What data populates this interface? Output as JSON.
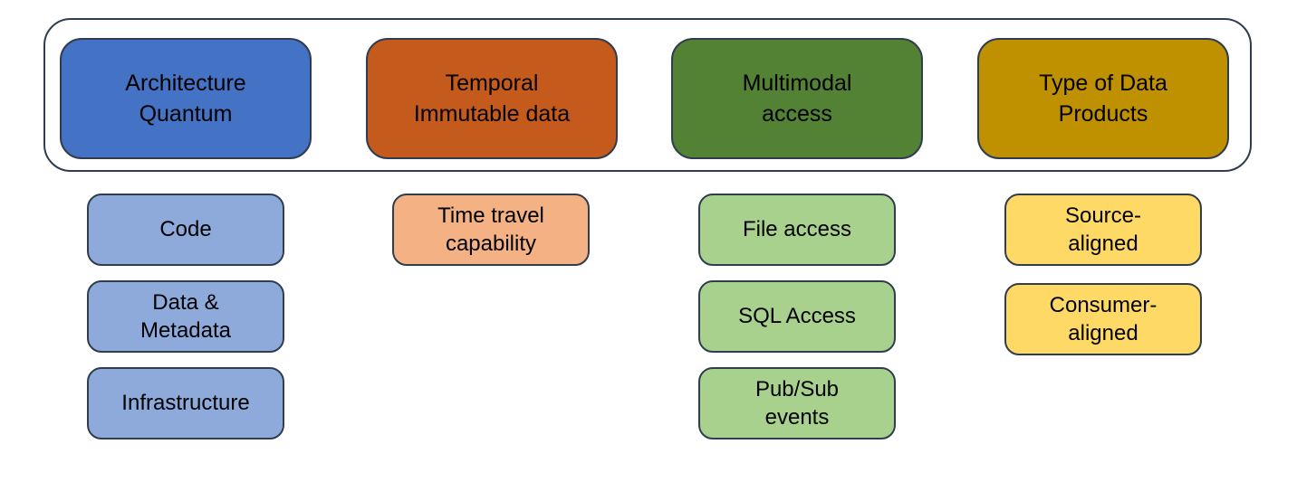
{
  "colors": {
    "border": "#2f3d4e",
    "architecture": "#4472c4",
    "architecture_light": "#8eaadb",
    "temporal": "#c55a1d",
    "temporal_light": "#f4b183",
    "multimodal": "#548235",
    "multimodal_light": "#a9d18e",
    "data_products": "#bf9000",
    "data_products_light": "#ffd966"
  },
  "categories": [
    {
      "label": "Architecture\nQuantum",
      "items": [
        "Code",
        "Data &\nMetadata",
        "Infrastructure"
      ]
    },
    {
      "label": "Temporal\nImmutable data",
      "items": [
        "Time travel\ncapability"
      ]
    },
    {
      "label": "Multimodal\naccess",
      "items": [
        "File access",
        "SQL Access",
        "Pub/Sub\nevents"
      ]
    },
    {
      "label": "Type of Data\nProducts",
      "items": [
        "Source-\naligned",
        "Consumer-\naligned"
      ]
    }
  ]
}
